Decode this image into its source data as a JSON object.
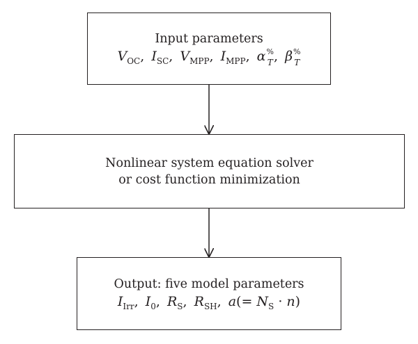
{
  "input_box": {
    "title": "Input parameters",
    "params": {
      "voc_base": "V",
      "voc_sub": "OC",
      "isc_base": "I",
      "isc_sub": "SC",
      "vmpp_base": "V",
      "vmpp_sub": "MPP",
      "impp_base": "I",
      "impp_sub": "MPP",
      "alpha_base": "α",
      "alpha_sup": "%",
      "alpha_sub": "T",
      "beta_base": "β",
      "beta_sup": "%",
      "beta_sub": "T",
      "separator": ","
    }
  },
  "solver_box": {
    "line1": "Nonlinear system equation solver",
    "line2": "or cost function minimization"
  },
  "output_box": {
    "title": "Output: five model parameters",
    "params": {
      "iirr_base": "I",
      "iirr_sub": "Irr",
      "i0_base": "I",
      "i0_sub": "0",
      "rs_base": "R",
      "rs_sub": "S",
      "rsh_base": "R",
      "rsh_sub": "SH",
      "a_base": "a",
      "a_open": "(= ",
      "ns_base": "N",
      "ns_sub": "S",
      "dot": " · ",
      "n_base": "n",
      "a_close": ")",
      "separator": ","
    }
  }
}
